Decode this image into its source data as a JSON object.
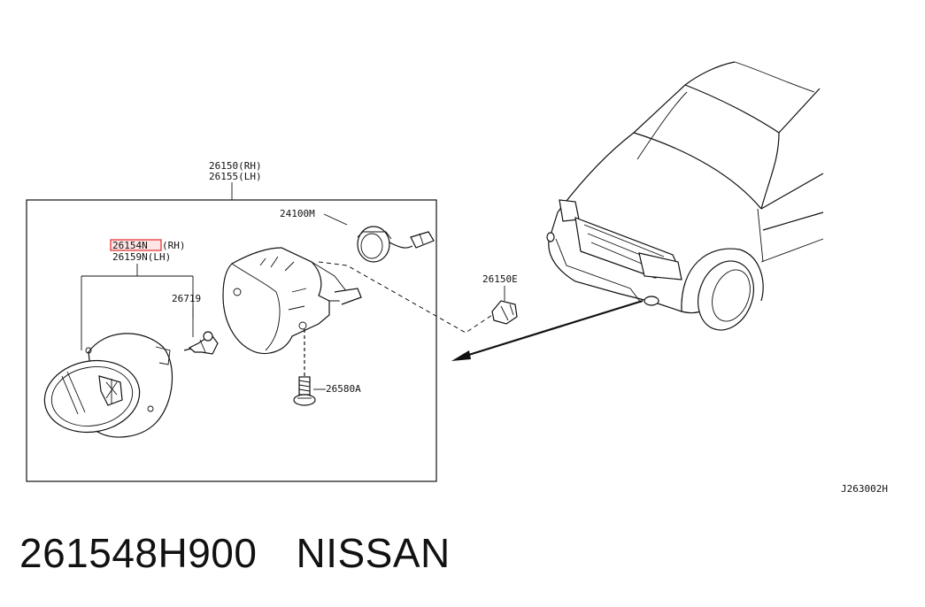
{
  "diagram": {
    "assembly_label_rh": "26150(RH)",
    "assembly_label_lh": "26155(LH)",
    "lamp_label_rh_code": "26154N",
    "lamp_label_rh_suffix": "(RH)",
    "lamp_label_lh": "26159N(LH)",
    "bulb_label": "26719",
    "socket_label": "24100M",
    "clip_label": "26150E",
    "screw_label": "26580A",
    "figure_code": "J263002H",
    "highlight_color": "#e53935"
  },
  "caption": {
    "part_number": "261548H900",
    "brand": "NISSAN"
  }
}
